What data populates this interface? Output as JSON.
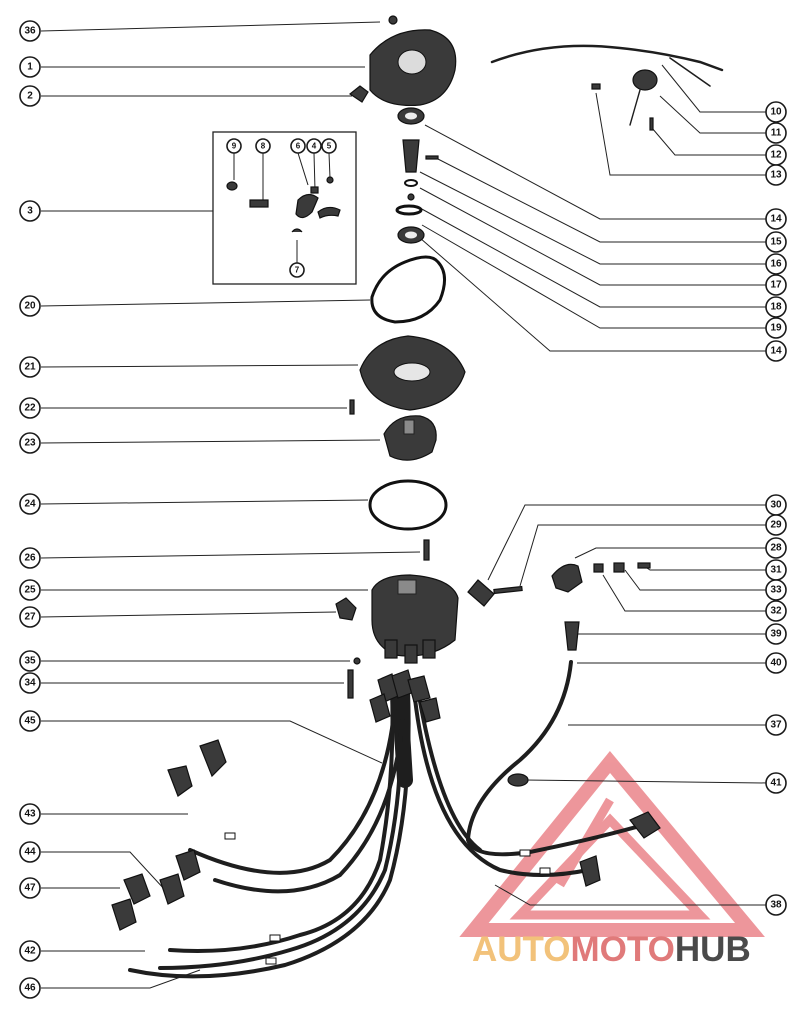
{
  "callouts": [
    {
      "id": "c36",
      "label": "36"
    },
    {
      "id": "c1",
      "label": "1"
    },
    {
      "id": "c2",
      "label": "2"
    },
    {
      "id": "c3",
      "label": "3"
    },
    {
      "id": "c20",
      "label": "20"
    },
    {
      "id": "c21",
      "label": "21"
    },
    {
      "id": "c22",
      "label": "22"
    },
    {
      "id": "c23",
      "label": "23"
    },
    {
      "id": "c24",
      "label": "24"
    },
    {
      "id": "c26",
      "label": "26"
    },
    {
      "id": "c25",
      "label": "25"
    },
    {
      "id": "c27",
      "label": "27"
    },
    {
      "id": "c35",
      "label": "35"
    },
    {
      "id": "c34",
      "label": "34"
    },
    {
      "id": "c45",
      "label": "45"
    },
    {
      "id": "c43",
      "label": "43"
    },
    {
      "id": "c44",
      "label": "44"
    },
    {
      "id": "c47",
      "label": "47"
    },
    {
      "id": "c42",
      "label": "42"
    },
    {
      "id": "c46",
      "label": "46"
    },
    {
      "id": "c9",
      "label": "9"
    },
    {
      "id": "c8",
      "label": "8"
    },
    {
      "id": "c6",
      "label": "6"
    },
    {
      "id": "c4",
      "label": "4"
    },
    {
      "id": "c5",
      "label": "5"
    },
    {
      "id": "c7",
      "label": "7"
    },
    {
      "id": "c10",
      "label": "10"
    },
    {
      "id": "c11",
      "label": "11"
    },
    {
      "id": "c12",
      "label": "12"
    },
    {
      "id": "c13",
      "label": "13"
    },
    {
      "id": "c14a",
      "label": "14"
    },
    {
      "id": "c15",
      "label": "15"
    },
    {
      "id": "c16",
      "label": "16"
    },
    {
      "id": "c17",
      "label": "17"
    },
    {
      "id": "c18",
      "label": "18"
    },
    {
      "id": "c19",
      "label": "19"
    },
    {
      "id": "c14b",
      "label": "14"
    },
    {
      "id": "c30",
      "label": "30"
    },
    {
      "id": "c29",
      "label": "29"
    },
    {
      "id": "c28",
      "label": "28"
    },
    {
      "id": "c31",
      "label": "31"
    },
    {
      "id": "c33",
      "label": "33"
    },
    {
      "id": "c32",
      "label": "32"
    },
    {
      "id": "c39",
      "label": "39"
    },
    {
      "id": "c40",
      "label": "40"
    },
    {
      "id": "c37",
      "label": "37"
    },
    {
      "id": "c41",
      "label": "41"
    },
    {
      "id": "c38",
      "label": "38"
    }
  ],
  "watermark": {
    "part1": "AUTO",
    "part2": "MOTO",
    "part3": "HUB",
    "colors": {
      "auto": "#f2c27a",
      "moto": "#e07a7a",
      "hub": "#4a4a4a",
      "triangle": "#e8747a"
    }
  }
}
